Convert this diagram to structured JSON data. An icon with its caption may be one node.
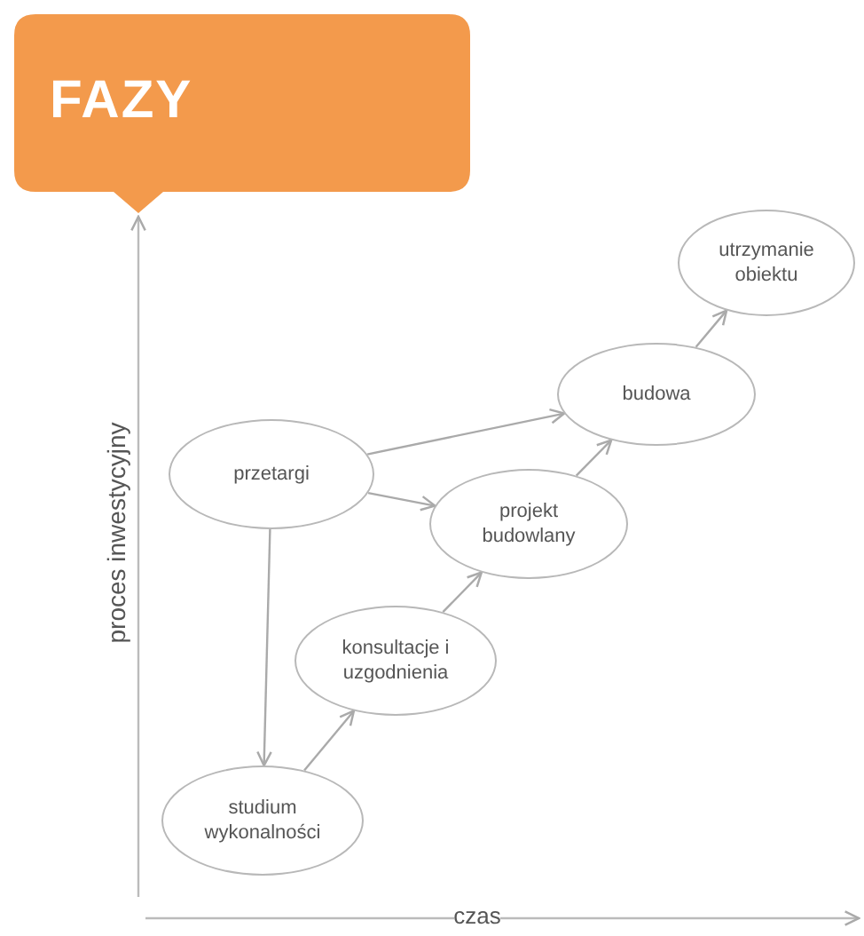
{
  "diagram": {
    "title": "FAZY",
    "nodes": [
      {
        "text": [
          "przetargi"
        ]
      },
      {
        "text": [
          "studium wykonalności"
        ]
      },
      {
        "text": [
          "konsultacje i uzgodnienia"
        ]
      },
      {
        "text": [
          "projekt budowlany"
        ]
      },
      {
        "text": [
          "budowa"
        ]
      },
      {
        "text": [
          "utrzymanie obiektu"
        ]
      }
    ],
    "edges": [
      {
        "from": 0,
        "to": 1,
        "arrow": "to"
      },
      {
        "from": 0,
        "to": 4,
        "arrow": "to"
      },
      {
        "from": 0,
        "to": 3,
        "arrow": "to"
      },
      {
        "from": 1,
        "to": 2,
        "arrow": "to"
      },
      {
        "from": 2,
        "to": 3,
        "arrow": "to"
      },
      {
        "from": 3,
        "to": 4,
        "arrow": "to"
      },
      {
        "from": 4,
        "to": 5,
        "arrow": "to"
      }
    ],
    "labels": [
      "proces inwestycyjny",
      "czas"
    ]
  }
}
